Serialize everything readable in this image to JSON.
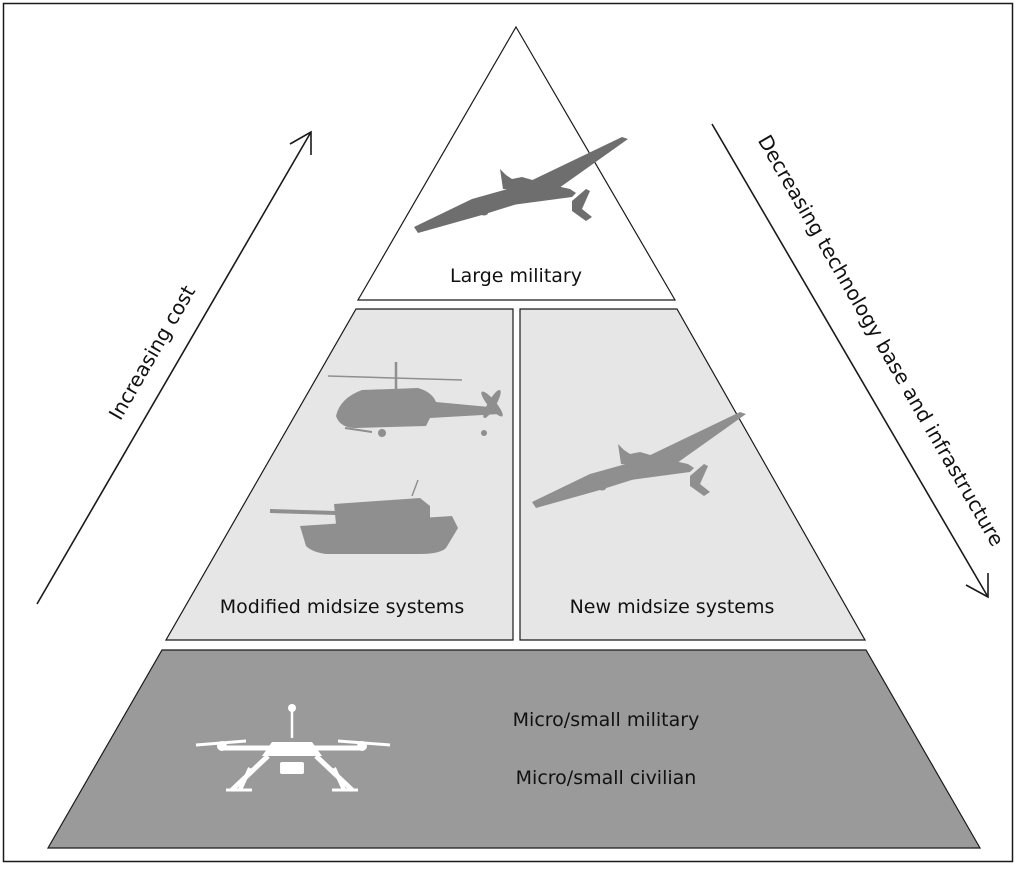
{
  "tiers": {
    "top": {
      "label": "Large military"
    },
    "middle_left": {
      "label": "Modified midsize systems"
    },
    "middle_right": {
      "label": "New midsize systems"
    },
    "bottom": {
      "label_1": "Micro/small military",
      "label_2": "Micro/small civilian"
    }
  },
  "axes": {
    "left": {
      "label": "Increasing cost",
      "direction": "up"
    },
    "right": {
      "label": "Decreasing technology base and infrastructure",
      "direction": "down"
    }
  },
  "icons": {
    "top": "uav-drone-icon",
    "middle_left_upper": "helicopter-icon",
    "middle_left_lower": "tank-icon",
    "middle_right": "uav-drone-icon",
    "bottom": "quadcopter-icon"
  },
  "colors": {
    "top_fill": "#ffffff",
    "middle_fill": "#e6e6e6",
    "bottom_fill": "#9a9a9a",
    "icon_dark": "#6e6e6e",
    "icon_mid": "#8f8f8f",
    "icon_white": "#ffffff",
    "stroke": "#1a1a1a"
  }
}
